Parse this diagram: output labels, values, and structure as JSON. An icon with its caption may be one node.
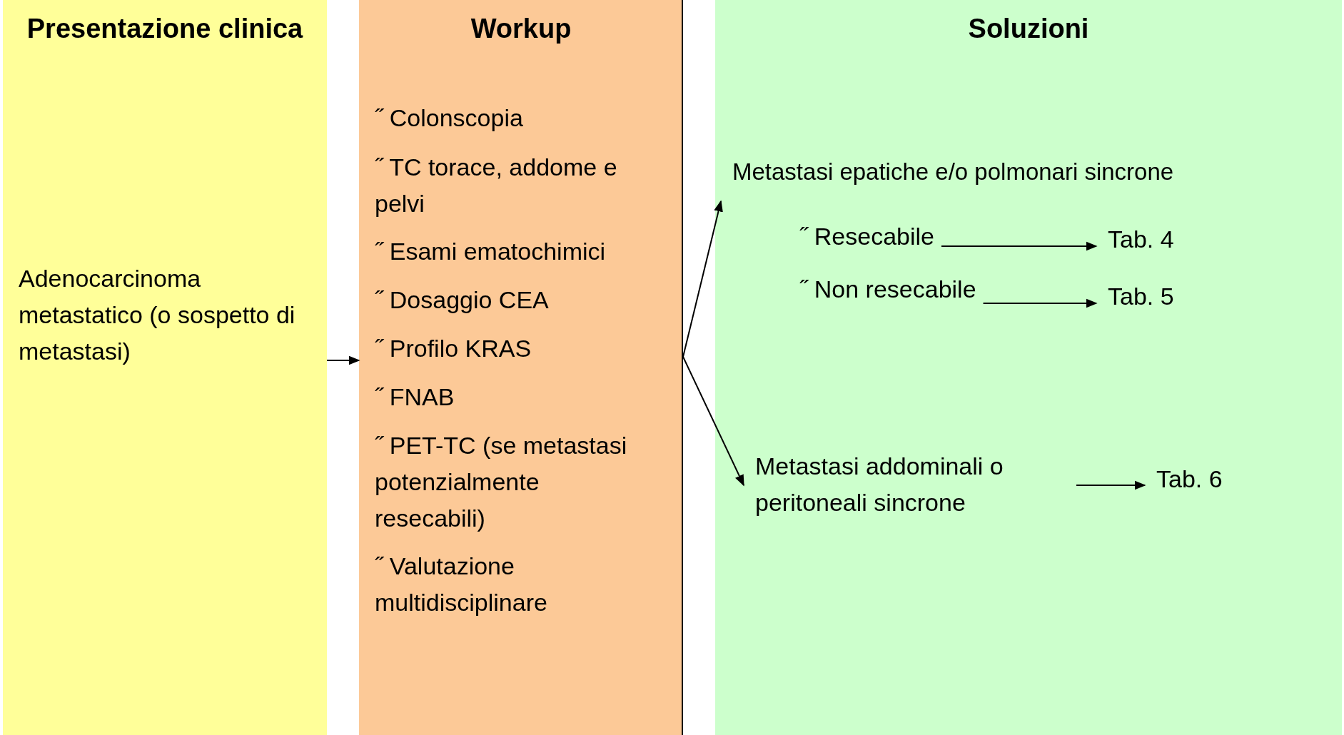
{
  "diagram": {
    "nodes": [
      {
        "text": [
          "Presentazione clinica",
          "Adenocarcinoma metastatico (o sospetto di metastasi)"
        ]
      },
      {
        "text": [
          "Workup"
        ]
      },
      {
        "text": [
          "˝ Colonscopia"
        ],
        "in": 1
      },
      {
        "text": [
          "˝ TC torace, addome e pelvi"
        ],
        "in": 1
      },
      {
        "text": [
          "˝ Esami ematochimici"
        ],
        "in": 1
      },
      {
        "text": [
          "˝ Dosaggio CEA"
        ],
        "in": 1
      },
      {
        "text": [
          "˝ Profilo KRAS"
        ],
        "in": 1
      },
      {
        "text": [
          "˝ FNAB"
        ],
        "in": 1
      },
      {
        "text": [
          "˝ PET-TC (se metastasi potenzialmente resecabili)"
        ],
        "in": 1
      },
      {
        "text": [
          "˝ Valutazione multidisciplinare"
        ],
        "in": 1
      },
      {
        "text": [
          "Soluzioni"
        ]
      },
      {
        "text": [
          "Metastasi epatiche e/o polmonari sincrone"
        ],
        "in": 10
      },
      {
        "text": [
          "˝ Resecabile"
        ],
        "in": 10
      },
      {
        "text": [
          "Tab. 4"
        ],
        "in": 10
      },
      {
        "text": [
          "˝ Non resecabile"
        ],
        "in": 10
      },
      {
        "text": [
          "Tab. 5"
        ],
        "in": 10
      },
      {
        "text": [
          "Metastasi addominali o peritoneali sincrone"
        ],
        "in": 10
      },
      {
        "text": [
          "Tab. 6"
        ],
        "in": 10
      }
    ],
    "edges": [
      {
        "from": 0,
        "to": 1,
        "arrow": "to"
      },
      {
        "from": 1,
        "to": 11,
        "arrow": "to"
      },
      {
        "from": 1,
        "to": 16,
        "arrow": "to"
      },
      {
        "from": 12,
        "to": 13,
        "arrow": "to"
      },
      {
        "from": 14,
        "to": 15,
        "arrow": "to"
      },
      {
        "from": 16,
        "to": 17,
        "arrow": "to"
      }
    ]
  }
}
